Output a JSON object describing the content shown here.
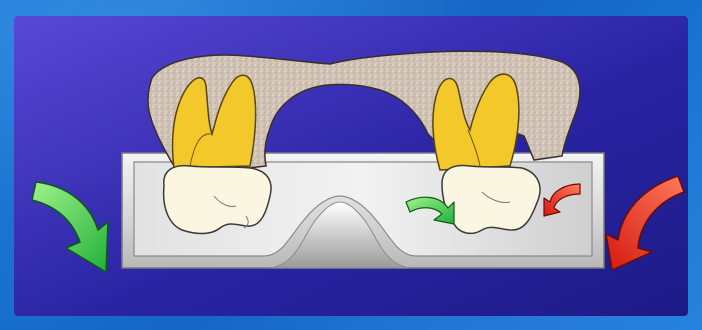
{
  "colors": {
    "frame": "#1a74d0",
    "panel_light": "#5a48d6",
    "panel_dark": "#1c1a86",
    "bone": "#cdbfb2",
    "root": "#f2c82a",
    "crown": "#fbf6e2",
    "tray": "#d8d8d8",
    "arrow_green": "#33cc44",
    "arrow_red": "#ee2a1c"
  },
  "icons": {
    "left_arrow": "arrow-green-large",
    "right_arrow": "arrow-red-large",
    "inner_left_arrow": "arrow-green-small",
    "inner_right_arrow": "arrow-red-small"
  }
}
